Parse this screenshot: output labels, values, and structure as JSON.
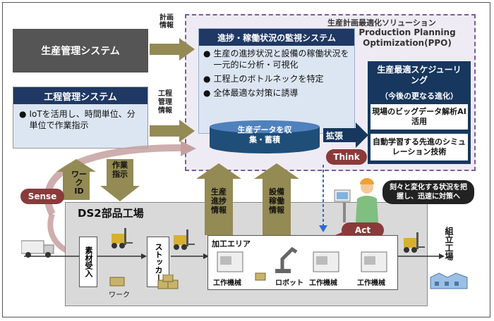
{
  "seisan_kanri": "生産管理システム",
  "koutei_kanri": {
    "title": "工程管理システム",
    "bullet_dot": "●",
    "bullet": "IoTを活用し、時間単位、分単位で作業指示"
  },
  "arrow_keikaku": "計画情報",
  "arrow_koutei": "工程管理情報",
  "ppo": {
    "label_jp": "生産計画最適化ソリューション",
    "label_en": "Production Planning Optimization(PPO)"
  },
  "monitor": {
    "title": "進捗・稼働状況の監視システム",
    "bullets": [
      "生産の進捗状況と設備の稼働状況を一元的に分析・可視化",
      "工程上のボトルネックを特定",
      "全体最適な対策に誘導"
    ],
    "bullet_dot": "●",
    "db": "生産データを収集・蓄積"
  },
  "expand_label": "拡張",
  "scheduling": {
    "title": "生産最適スケジューリング",
    "subtitle": "（今後の更なる進化）",
    "item1": "現場のビッグデータ解析AI活用",
    "item2": "自動学習する先進のシミュレーション技術"
  },
  "think": "Think",
  "sense": "Sense",
  "act": "Act",
  "work_id": "ワークID",
  "sagyou_shiji": "作業指示",
  "progress_info": "生産進捗情報",
  "equip_info": "設備稼働情報",
  "bubble": "刻々と変化する状況を把握し、迅速に対策へ",
  "factory": {
    "title": "DS2部品工場",
    "receive": "素材受入",
    "work": "ワーク",
    "stocker": "ストッカー",
    "area": "加工エリア",
    "machine1": "工作機械",
    "robot": "ロボット",
    "machine2": "工作機械",
    "machine3": "工作機械"
  },
  "assembly": "組立工場",
  "colors": {
    "navy": "#1f3864",
    "dark_gray": "#505050",
    "light_blue": "#dce6f2",
    "teal": "#17375e",
    "olive": "#948a54",
    "maroon": "#8b3a3a",
    "purple_bg": "#ebe6f2"
  }
}
